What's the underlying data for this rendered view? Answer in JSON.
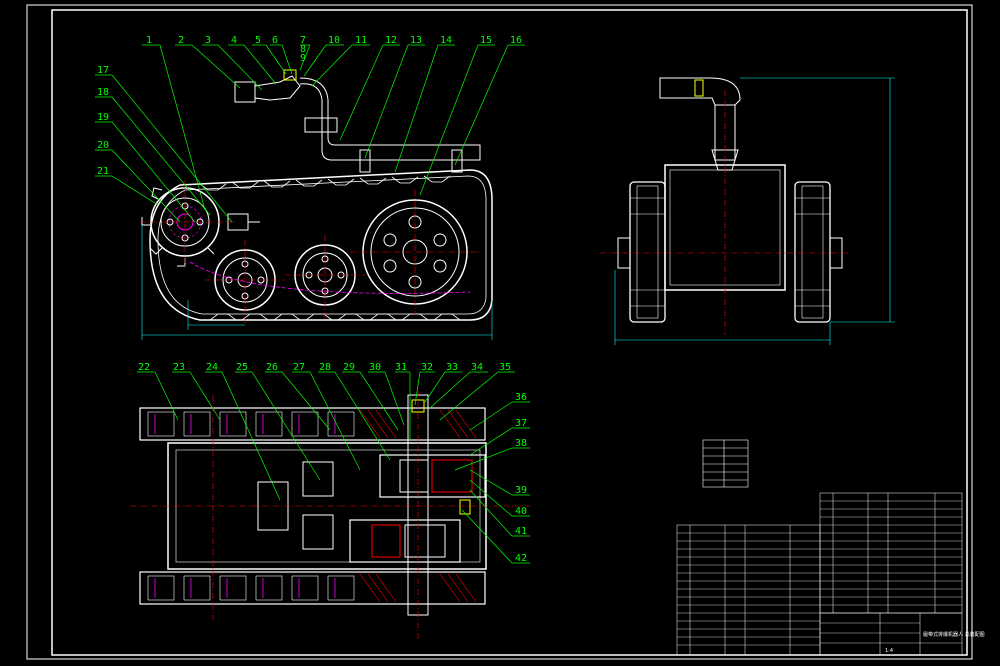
{
  "drawing": {
    "background": "#000000",
    "colors": {
      "outline": "#ffffff",
      "leader": "#00ff00",
      "centerline": "#ff0000",
      "dimension": "#00ffff",
      "hidden": "#ff00ff",
      "accent": "#0000ff",
      "yellow": "#ffff00"
    },
    "part_numbers_side_view": [
      "1",
      "2",
      "3",
      "4",
      "5",
      "6",
      "7",
      "8",
      "9",
      "10",
      "11",
      "12",
      "13",
      "14",
      "15",
      "16",
      "17",
      "18",
      "19",
      "20",
      "21"
    ],
    "part_numbers_top_view": [
      "22",
      "23",
      "24",
      "25",
      "26",
      "27",
      "28",
      "29",
      "30",
      "31",
      "32",
      "33",
      "34",
      "35",
      "36",
      "37",
      "38",
      "39",
      "40",
      "41",
      "42"
    ],
    "title_block_text": "履带式排爆机器人 总装配图",
    "scale_text": "1:4"
  }
}
